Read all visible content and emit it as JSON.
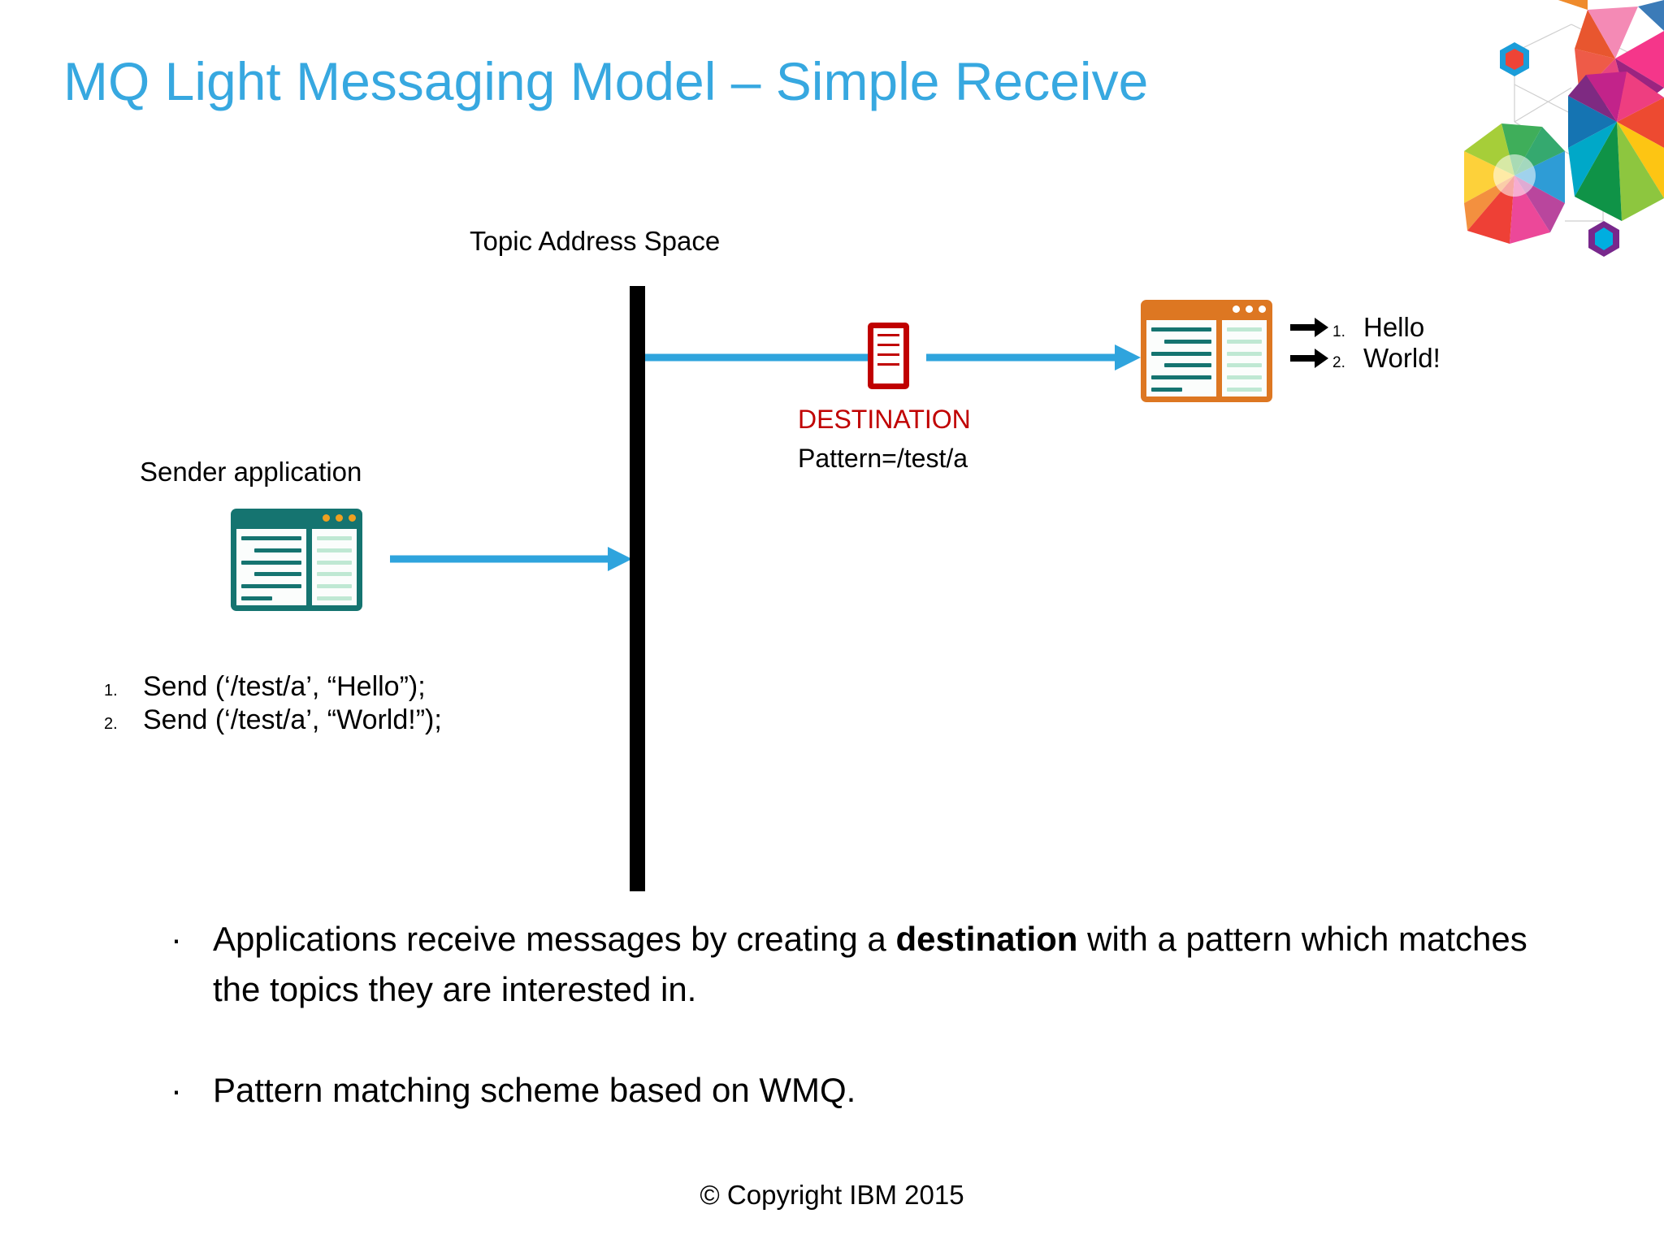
{
  "slide": {
    "title": "MQ Light Messaging Model – Simple Receive",
    "title_color": "#37a8e0",
    "background": "#ffffff"
  },
  "diagram": {
    "topic_space_label": "Topic Address Space",
    "sender_label": "Sender application",
    "destination_label": "DESTINATION",
    "destination_color": "#c00000",
    "pattern_label": "Pattern=/test/a",
    "sender_app_color": "#157470",
    "receiver_app_color": "#dd7722",
    "flow_arrow_color": "#2fa4dd",
    "topic_bar_color": "#000000",
    "sender_code": [
      {
        "num": "1.",
        "text": "Send (‘/test/a’, “Hello”);"
      },
      {
        "num": "2.",
        "text": "Send (‘/test/a’, “World!”);"
      }
    ],
    "output_messages": [
      {
        "num": "1.",
        "text": "Hello"
      },
      {
        "num": "2.",
        "text": "World!"
      }
    ]
  },
  "bullets": [
    {
      "marker": "·",
      "pre": "Applications receive messages by creating a ",
      "bold": "destination",
      "post": " with a pattern which matches the topics they are interested in."
    },
    {
      "marker": "·",
      "pre": "Pattern matching scheme based on WMQ.",
      "bold": "",
      "post": ""
    }
  ],
  "footer": {
    "copyright": "© Copyright IBM 2015"
  },
  "icons": {
    "sender_window": "window-icon",
    "receiver_window": "window-icon",
    "destination_queue": "queue-icon",
    "brand_hexagons": "hexagon-pattern-icon"
  }
}
